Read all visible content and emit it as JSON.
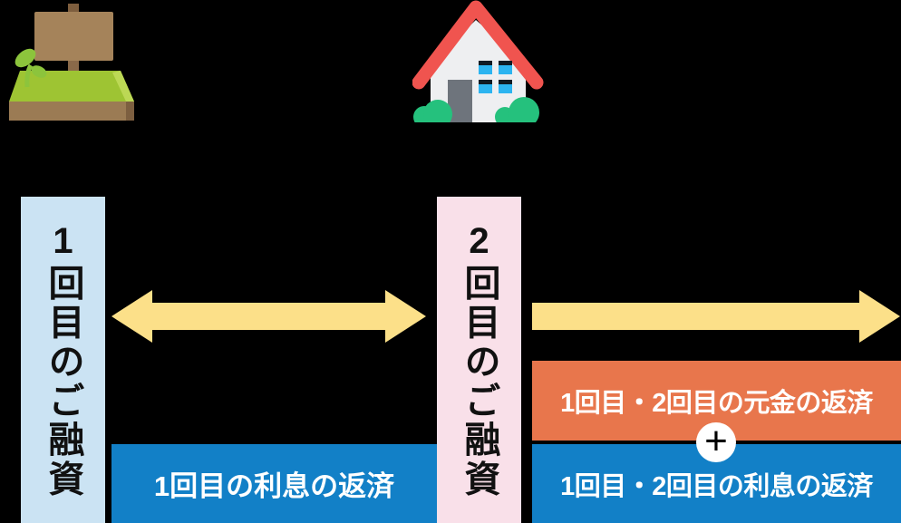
{
  "canvas": {
    "background": "#000000"
  },
  "icons": {
    "land": {
      "name": "land-plot-with-signboard"
    },
    "house": {
      "name": "house"
    },
    "plus": {
      "name": "plus-in-circle",
      "symbol": "+"
    }
  },
  "timeline": {
    "loan1": {
      "label": "1回目のご融資",
      "bg": "#CBE3F3"
    },
    "loan2": {
      "label": "2回目のご融資",
      "bg": "#F9E0E9"
    },
    "arrow_color": "#FCE089"
  },
  "repayment": {
    "interest1": {
      "label": "1回目の利息の返済",
      "bg": "#1280C7",
      "text_color": "#FFFFFF"
    },
    "principal12": {
      "label": "1回目・2回目の元金の返済",
      "bg": "#E8764C",
      "text_color": "#FFFFFF"
    },
    "interest12": {
      "label": "1回目・2回目の利息の返済",
      "bg": "#1280C7",
      "text_color": "#FFFFFF"
    }
  }
}
